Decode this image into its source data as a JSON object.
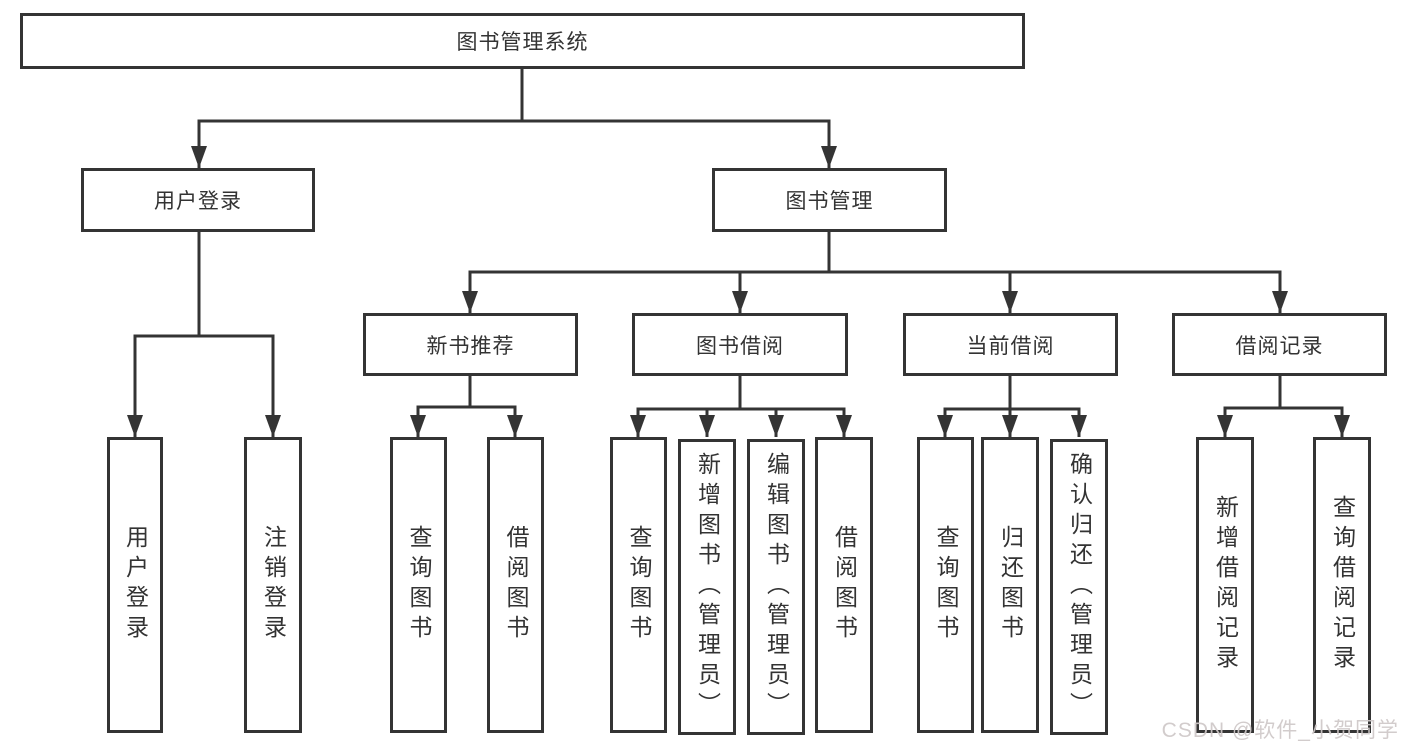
{
  "tree": {
    "label": "图书管理系统",
    "children": [
      {
        "label": "用户登录",
        "children": [
          {
            "label": "用户登录"
          },
          {
            "label": "注销登录"
          }
        ]
      },
      {
        "label": "图书管理",
        "children": [
          {
            "label": "新书推荐",
            "children": [
              {
                "label": "查询图书"
              },
              {
                "label": "借阅图书"
              }
            ]
          },
          {
            "label": "图书借阅",
            "children": [
              {
                "label": "查询图书"
              },
              {
                "label": "新增图书（管理员）"
              },
              {
                "label": "编辑图书（管理员）"
              },
              {
                "label": "借阅图书"
              }
            ]
          },
          {
            "label": "当前借阅",
            "children": [
              {
                "label": "查询图书"
              },
              {
                "label": "归还图书"
              },
              {
                "label": "确认归还（管理员）"
              }
            ]
          },
          {
            "label": "借阅记录",
            "children": [
              {
                "label": "新增借阅记录"
              },
              {
                "label": "查询借阅记录"
              }
            ]
          }
        ]
      }
    ]
  },
  "watermark": {
    "text": "CSDN @软件_小贺同学"
  },
  "colors": {
    "line": "#343434",
    "box_border": "#343434",
    "box_fill": "#ffffff",
    "text": "#333333",
    "watermark": "#cec8c8",
    "background": "#ffffff"
  }
}
